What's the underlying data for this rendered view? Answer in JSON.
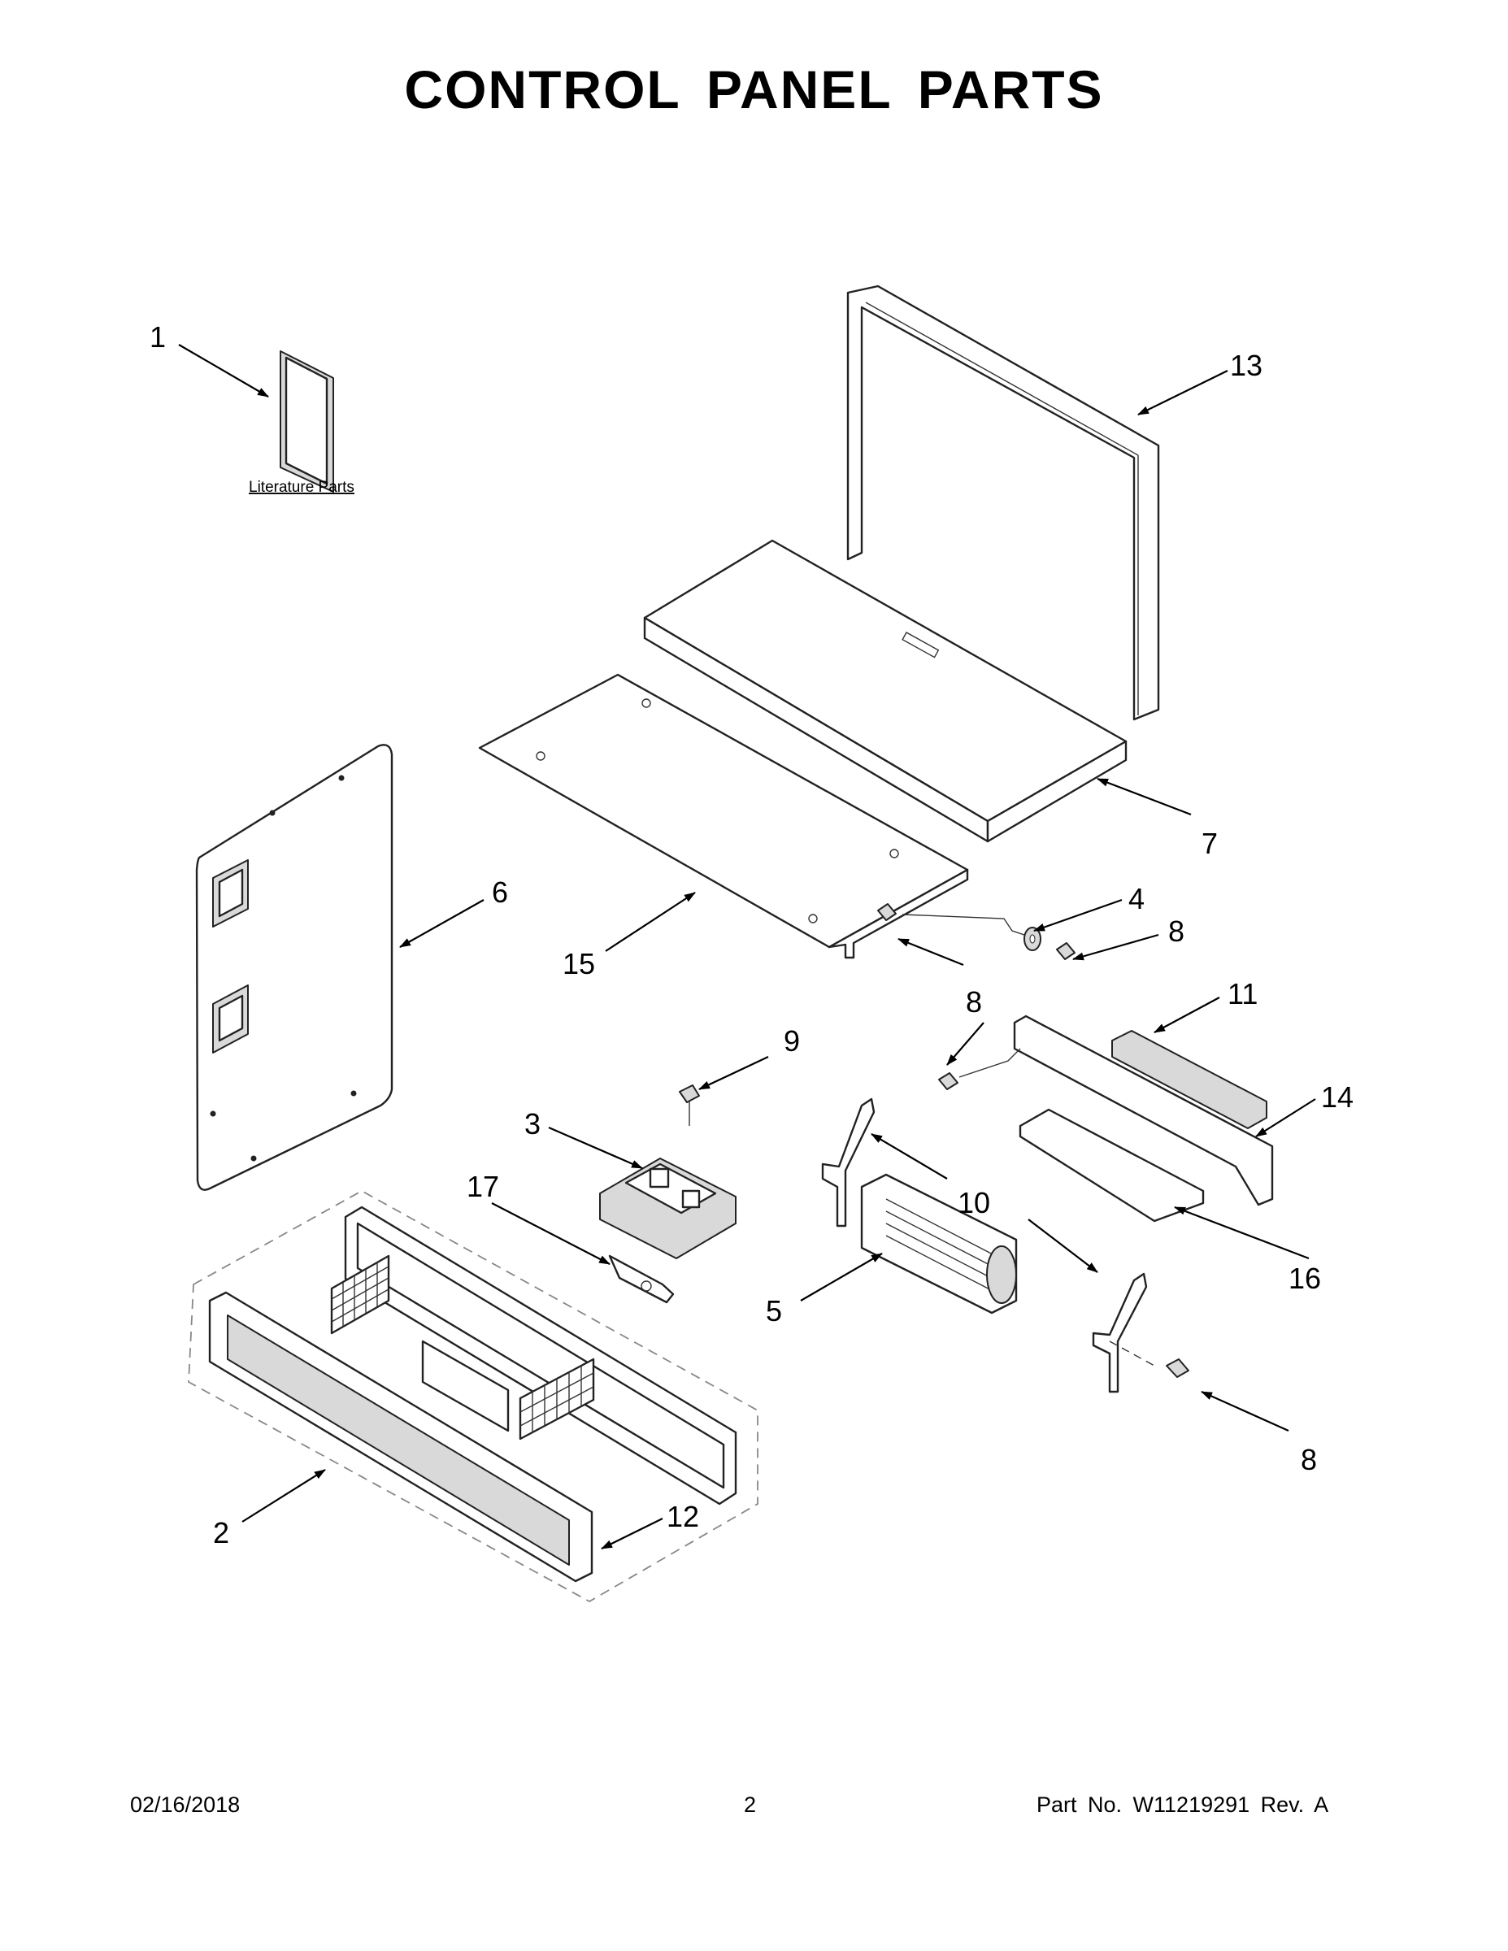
{
  "title": "CONTROL PANEL PARTS",
  "literature_label": "Literature Parts",
  "callouts": {
    "c1": "1",
    "c2": "2",
    "c3": "3",
    "c4": "4",
    "c5": "5",
    "c6": "6",
    "c7": "7",
    "c8a": "8",
    "c8b": "8",
    "c8c": "8",
    "c9": "9",
    "c10": "10",
    "c11": "11",
    "c12": "12",
    "c13": "13",
    "c14": "14",
    "c15": "15",
    "c16": "16",
    "c17": "17"
  },
  "footer": {
    "date": "02/16/2018",
    "page": "2",
    "part_no": "Part No.  W11219291  Rev.  A"
  }
}
